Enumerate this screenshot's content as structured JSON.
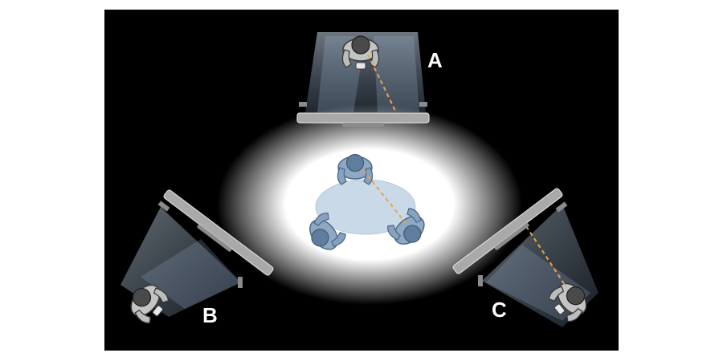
{
  "labels": {
    "a": "A",
    "b": "B",
    "c": "C"
  },
  "colors": {
    "background": "#000000",
    "spotlight": "#ffffff",
    "person_fill": "#8fa9c4",
    "person_outline": "#4d6a88",
    "remote_person_fill": "#b9b9b9",
    "remote_person_outline": "#3a3a3a",
    "table": "#c9d9e8",
    "display": "#a9a9a9",
    "camera_beam": "#9fb8d4",
    "gaze_line": "#e8a44a"
  },
  "icons": [
    "person-icon",
    "display-icon",
    "camera-icon",
    "table-icon"
  ]
}
